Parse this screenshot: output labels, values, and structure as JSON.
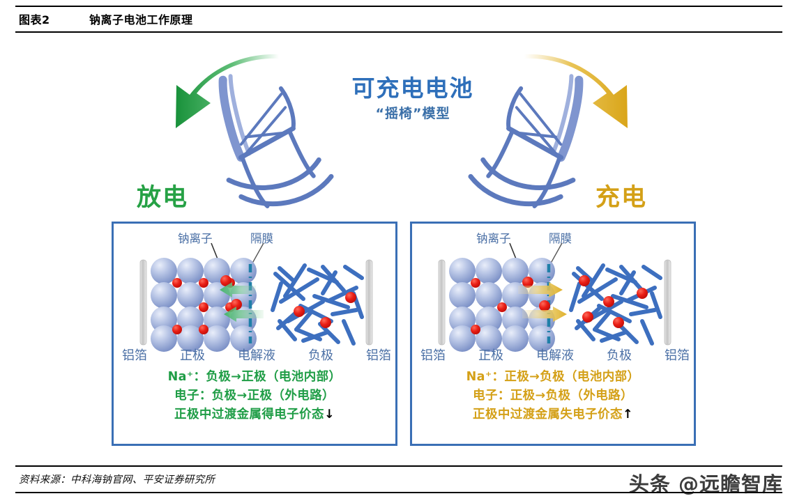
{
  "header": {
    "figure_label": "图表2",
    "title": "钠离子电池工作原理"
  },
  "footer": {
    "source": "资料来源：中科海钠官网、平安证券研究所",
    "watermark": "头条 @远瞻智库"
  },
  "diagram": {
    "center_title": "可充电电池",
    "center_subtitle": "“摇椅”模型",
    "left_mode_label": "放电",
    "right_mode_label": "充电",
    "colors": {
      "discharge_green": "#26a145",
      "charge_gold": "#d4a017",
      "blue_text": "#2e6fba",
      "label_blue": "#4a6fa5",
      "panel_border": "#3a6fb5",
      "sphere_blue": "#8ea3d2",
      "ion_red": "#e51b1b",
      "carbon_blue": "#3d6fbf",
      "foil_gray": "#c8c8c8"
    }
  },
  "left_panel": {
    "annotation_ion": "钠离子",
    "annotation_separator": "隔膜",
    "axis_labels": [
      "铝箔",
      "正极",
      "电解液",
      "负极",
      "铝箔"
    ],
    "eq_line1": "Na⁺：负极→正极（电池内部）",
    "eq_line2": "电子：负极→正极（外电路）",
    "eq_line3": "正极中过渡金属得电子价态",
    "eq_line3_arrow": "↓",
    "ion_flow_direction": "left"
  },
  "right_panel": {
    "annotation_ion": "钠离子",
    "annotation_separator": "隔膜",
    "axis_labels": [
      "铝箔",
      "正极",
      "电解液",
      "负极",
      "铝箔"
    ],
    "eq_line1": "Na⁺：正极→负极（电池内部）",
    "eq_line2": "电子：正极→负极（外电路）",
    "eq_line3": "正极中过渡金属失电子价态",
    "eq_line3_arrow": "↑",
    "ion_flow_direction": "right"
  }
}
